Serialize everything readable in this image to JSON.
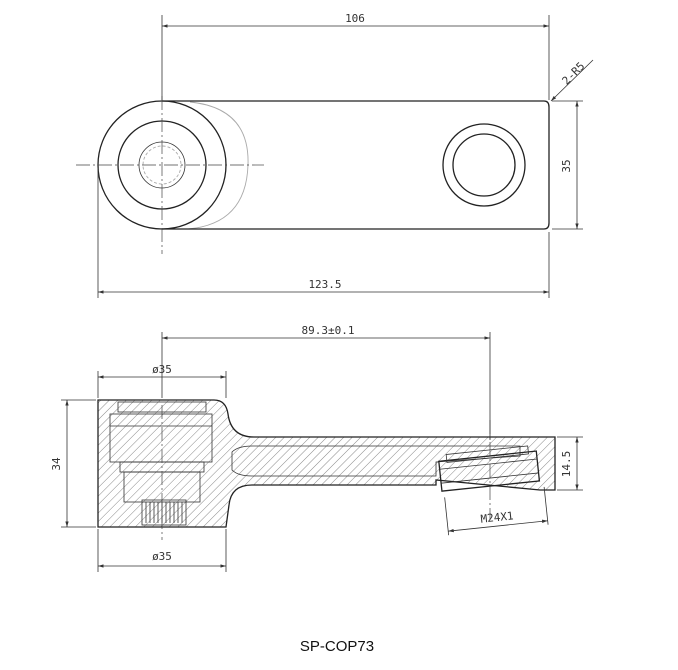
{
  "dimensions": {
    "top_width": "106",
    "corner_radius": "2-R5",
    "arm_width": "35",
    "overall_length": "123.5",
    "center_distance": "89.3±0.1",
    "bore_top": "ø35",
    "height": "34",
    "end_height": "14.5",
    "thread": "M24X1",
    "bore_bottom": "ø35"
  },
  "part_number": "SP-COP73"
}
